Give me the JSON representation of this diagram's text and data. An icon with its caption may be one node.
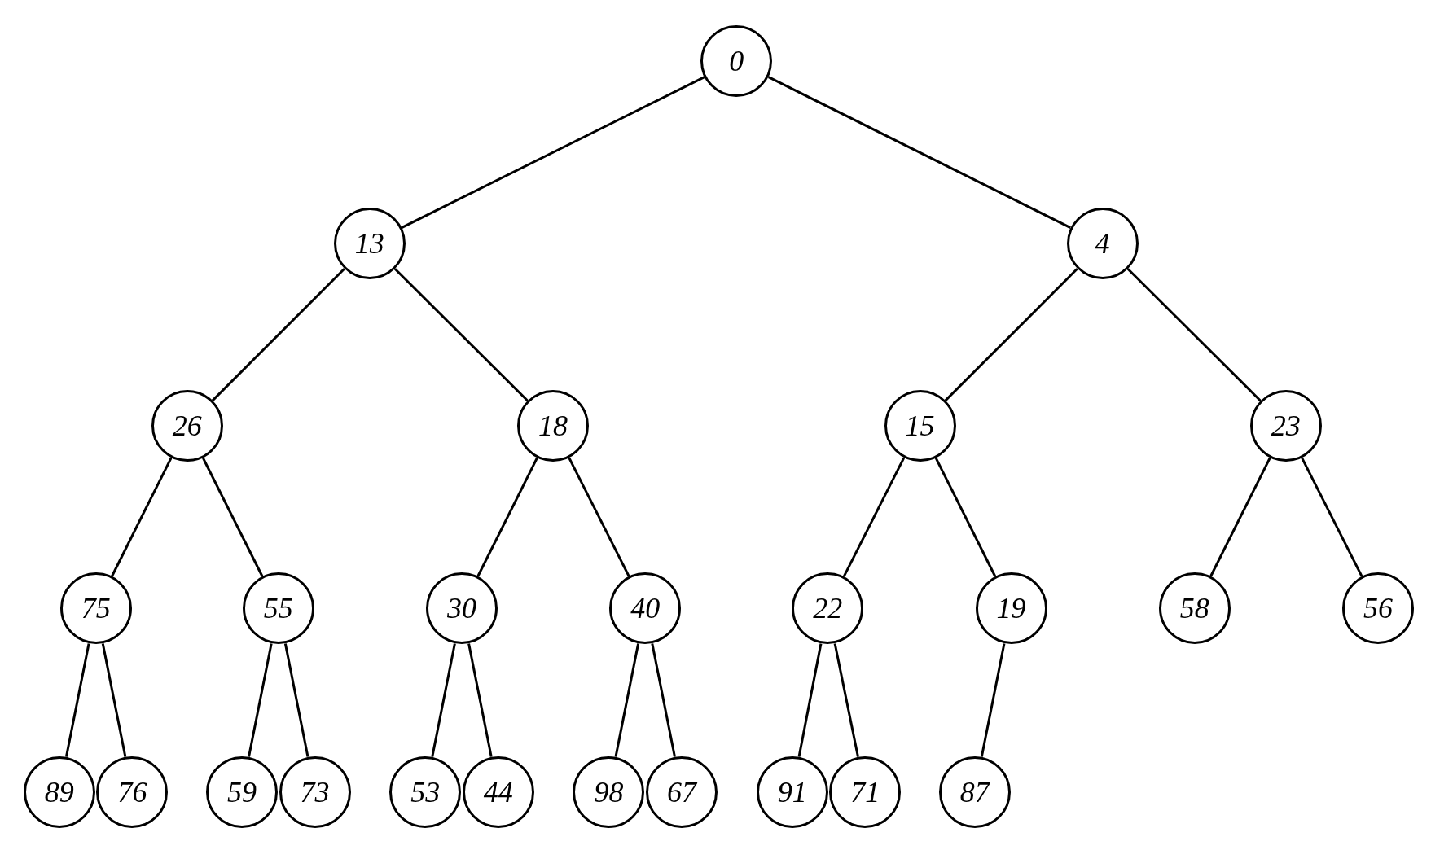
{
  "diagram": {
    "nodes": [
      {
        "text": [
          "0"
        ]
      },
      {
        "text": [
          "13"
        ]
      },
      {
        "text": [
          "4"
        ]
      },
      {
        "text": [
          "26"
        ]
      },
      {
        "text": [
          "18"
        ]
      },
      {
        "text": [
          "15"
        ]
      },
      {
        "text": [
          "23"
        ]
      },
      {
        "text": [
          "75"
        ]
      },
      {
        "text": [
          "55"
        ]
      },
      {
        "text": [
          "30"
        ]
      },
      {
        "text": [
          "40"
        ]
      },
      {
        "text": [
          "22"
        ]
      },
      {
        "text": [
          "19"
        ]
      },
      {
        "text": [
          "58"
        ]
      },
      {
        "text": [
          "56"
        ]
      },
      {
        "text": [
          "89"
        ]
      },
      {
        "text": [
          "76"
        ]
      },
      {
        "text": [
          "59"
        ]
      },
      {
        "text": [
          "73"
        ]
      },
      {
        "text": [
          "53"
        ]
      },
      {
        "text": [
          "44"
        ]
      },
      {
        "text": [
          "98"
        ]
      },
      {
        "text": [
          "67"
        ]
      },
      {
        "text": [
          "91"
        ]
      },
      {
        "text": [
          "71"
        ]
      },
      {
        "text": [
          "87"
        ]
      }
    ],
    "edges": [
      {
        "from": 0,
        "to": 1,
        "arrow": "none"
      },
      {
        "from": 0,
        "to": 2,
        "arrow": "none"
      },
      {
        "from": 1,
        "to": 3,
        "arrow": "none"
      },
      {
        "from": 1,
        "to": 4,
        "arrow": "none"
      },
      {
        "from": 2,
        "to": 5,
        "arrow": "none"
      },
      {
        "from": 2,
        "to": 6,
        "arrow": "none"
      },
      {
        "from": 3,
        "to": 7,
        "arrow": "none"
      },
      {
        "from": 3,
        "to": 8,
        "arrow": "none"
      },
      {
        "from": 4,
        "to": 9,
        "arrow": "none"
      },
      {
        "from": 4,
        "to": 10,
        "arrow": "none"
      },
      {
        "from": 5,
        "to": 11,
        "arrow": "none"
      },
      {
        "from": 5,
        "to": 12,
        "arrow": "none"
      },
      {
        "from": 6,
        "to": 13,
        "arrow": "none"
      },
      {
        "from": 6,
        "to": 14,
        "arrow": "none"
      },
      {
        "from": 7,
        "to": 15,
        "arrow": "none"
      },
      {
        "from": 7,
        "to": 16,
        "arrow": "none"
      },
      {
        "from": 8,
        "to": 17,
        "arrow": "none"
      },
      {
        "from": 8,
        "to": 18,
        "arrow": "none"
      },
      {
        "from": 9,
        "to": 19,
        "arrow": "none"
      },
      {
        "from": 9,
        "to": 20,
        "arrow": "none"
      },
      {
        "from": 10,
        "to": 21,
        "arrow": "none"
      },
      {
        "from": 10,
        "to": 22,
        "arrow": "none"
      },
      {
        "from": 11,
        "to": 23,
        "arrow": "none"
      },
      {
        "from": 11,
        "to": 24,
        "arrow": "none"
      },
      {
        "from": 12,
        "to": 25,
        "arrow": "none"
      }
    ]
  }
}
